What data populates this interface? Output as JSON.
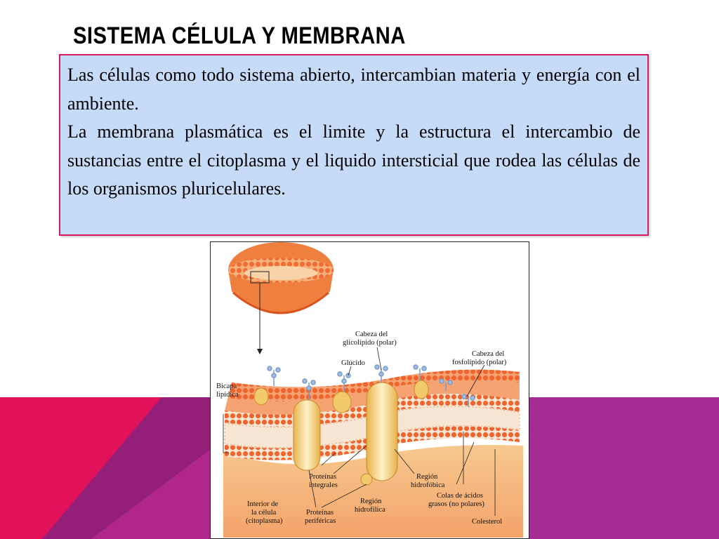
{
  "slide": {
    "title": "SISTEMA CÉLULA Y MEMBRANA",
    "paragraphs": [
      "Las células como todo sistema abierto, intercambian materia y energía con el ambiente.",
      "La membrana plasmática es el limite y la estructura el intercambio de sustancias entre el citoplasma y el liquido intersticial que rodea las células de los organismos pluricelulares."
    ],
    "colors": {
      "box_fill": "#c6dbf7",
      "box_border": "#d61a5b",
      "band_magenta": "#b0278a",
      "band_red": "#e3105a",
      "band_purple": "#a52c92",
      "lipid_head": "#f0652d",
      "protein": "#f2c96b"
    }
  },
  "diagram": {
    "labels": {
      "bicapa_l1": "Bicapa",
      "bicapa_l2": "lipídica",
      "cabeza_gluco_l1": "Cabeza del",
      "cabeza_gluco_l2": "glicolípido (polar)",
      "glucido": "Glúcido",
      "cabeza_fosfo_l1": "Cabeza del",
      "cabeza_fosfo_l2": "fosfolípido (polar)",
      "prot_int_l1": "Proteínas",
      "prot_int_l2": "integrales",
      "region_hfob_l1": "Región",
      "region_hfob_l2": "hidrofóbica",
      "region_hfil_l1": "Región",
      "region_hfil_l2": "hidrofílica",
      "colas_l1": "Colas de ácidos",
      "colas_l2": "grasos (no polares)",
      "interior_l1": "Interior de",
      "interior_l2": "la célula",
      "interior_l3": "(citoplasma)",
      "prot_per_l1": "Proteínas",
      "prot_per_l2": "periféricas",
      "colesterol": "Colesterol"
    }
  }
}
